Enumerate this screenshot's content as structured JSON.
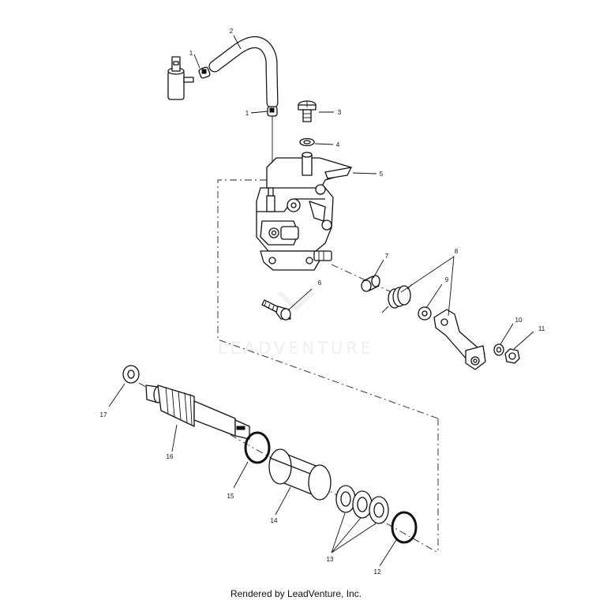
{
  "watermark": "LEADVENTURE",
  "footer": "Rendered by LeadVenture, Inc.",
  "callouts": {
    "c1a": "1",
    "c1b": "1",
    "c2": "2",
    "c3": "3",
    "c4": "4",
    "c5": "5",
    "c6": "6",
    "c7": "7",
    "c8": "8",
    "c9": "9",
    "c10": "10",
    "c11": "11",
    "c12": "12",
    "c13": "13",
    "c14": "14",
    "c15": "15",
    "c16": "16",
    "c17": "17"
  }
}
